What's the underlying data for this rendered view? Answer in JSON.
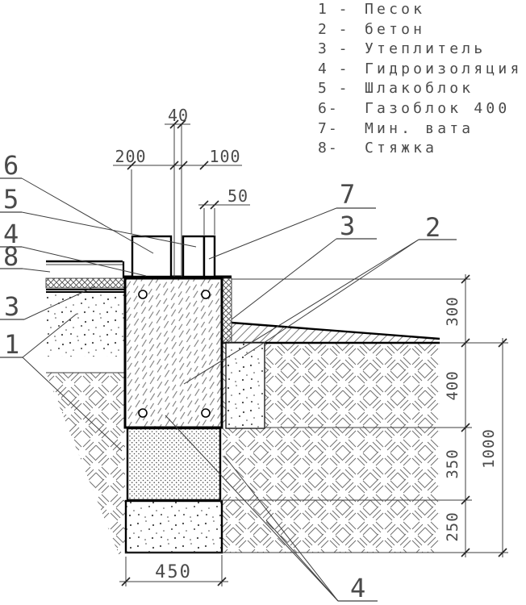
{
  "title": "Foundation section detail drawing",
  "legend": {
    "items": [
      {
        "num": "1 -",
        "name": "Песок"
      },
      {
        "num": "2 -",
        "name": "бетон"
      },
      {
        "num": "3 -",
        "name": "Утеплитель"
      },
      {
        "num": "4 -",
        "name": "Гидроизоляция"
      },
      {
        "num": "5 -",
        "name": "Шлакоблок"
      },
      {
        "num": "6-",
        "name": "Газоблок 400"
      },
      {
        "num": "7-",
        "name": "Мин. вата"
      },
      {
        "num": "8-",
        "name": "Стяжка"
      }
    ]
  },
  "dimensions": {
    "top_gap": "40",
    "top_left": "200",
    "top_mid": "100",
    "top_right": "50",
    "right_300": "300",
    "right_400": "400",
    "right_350": "350",
    "right_250": "250",
    "right_total": "1000",
    "bottom_width": "450"
  },
  "callouts": {
    "gasblock": "6",
    "cinder_top": "5",
    "waterproof_top": "4",
    "screed": "8",
    "insulation_left": "3",
    "sand": "1",
    "minwool": "7",
    "insulation_right": "3",
    "concrete": "2",
    "waterproof_bottom": "4"
  },
  "colors": {
    "background": "#ffffff",
    "line_thick": "#000000",
    "line_thin": "#3d3d3d",
    "text": "#4a4a4a",
    "hatch": "#7d7d7d"
  }
}
